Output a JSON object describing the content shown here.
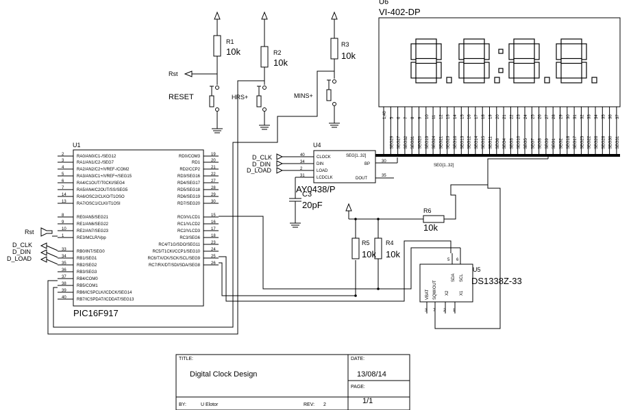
{
  "display": {
    "ref": "U6",
    "part": "VI-402-DP",
    "pins_left": [
      "1,40",
      "5",
      "6",
      "7",
      "8",
      "9",
      "10",
      "11",
      "12",
      "13",
      "14",
      "15",
      "16",
      "17",
      "18",
      "19",
      "20",
      "21",
      "22",
      "23",
      "24",
      "25",
      "26",
      "27",
      "28",
      "29",
      "30",
      "31",
      "32",
      "33",
      "34",
      "35",
      "36",
      "37"
    ],
    "segs": [
      "SEG29",
      "SEG27",
      "SEG32",
      "SEG31",
      "SEG20",
      "SEG19",
      "SEG24",
      "SEG21",
      "SEG23",
      "SEG16",
      "SEG13",
      "SEG12",
      "SEG14",
      "SEG15",
      "SEG11",
      "SEG6",
      "SEG4",
      "SEG3",
      "SEG10",
      "SEG5",
      "SEG7",
      "SEG8",
      "SEG9",
      "SEG1",
      "SEG2",
      "SEG18",
      "SEG17",
      "SEG25",
      "SEG22",
      "SEG26",
      "SEG28",
      "SEG30",
      "SEG31"
    ],
    "bus_label": "SEG[1..32]"
  },
  "resistors": {
    "r1": {
      "ref": "R1",
      "value": "10k"
    },
    "r2": {
      "ref": "R2",
      "value": "10k"
    },
    "r3": {
      "ref": "R3",
      "value": "10k"
    },
    "r4": {
      "ref": "R4",
      "value": "10k"
    },
    "r5": {
      "ref": "R5",
      "value": "10k"
    },
    "r6": {
      "ref": "R6",
      "value": "10k"
    }
  },
  "switches": {
    "reset": "RESET",
    "hrs": "HRS+",
    "mins": "MINS+"
  },
  "nets": {
    "rst": "Rst",
    "dclk": "D_CLK",
    "ddin": "D_DIN",
    "dload": "D_LOAD"
  },
  "cap": {
    "ref": "C3",
    "value": "20pF"
  },
  "u4": {
    "ref": "U4",
    "part": "AY0438/P",
    "pins_left": [
      {
        "num": "40",
        "name": "CLOCK"
      },
      {
        "num": "34",
        "name": "DIN"
      },
      {
        "num": "2",
        "name": "LOAD"
      },
      {
        "num": "31",
        "name": "LCDCLK"
      }
    ],
    "pins_right": [
      {
        "num": "30",
        "name": "BP"
      },
      {
        "num": "35",
        "name": "DOUT"
      }
    ],
    "seg": "SEG[1..32]"
  },
  "u1": {
    "ref": "U1",
    "part": "PIC16F917",
    "left": [
      {
        "num": "2",
        "name": "RA0/AN0/C1-/SEG12"
      },
      {
        "num": "3",
        "name": "RA1/AN1/C2-/SEG7"
      },
      {
        "num": "4",
        "name": "RA2/AN2/C2+/VREF-/COM2"
      },
      {
        "num": "5",
        "name": "RA3/AN3/C1+/VREF+/SEG15"
      },
      {
        "num": "6",
        "name": "RA4/C1OUT/T0CKI/SEG4"
      },
      {
        "num": "7",
        "name": "RA5/AN4/C2OUT/SS/SEG5"
      },
      {
        "num": "14",
        "name": "RA6/OSC2/CLKO/T1OSO"
      },
      {
        "num": "13",
        "name": "RA7/OSC1/CLKI/T1OSI"
      },
      {
        "num": "8",
        "name": "RE0/AN5/SEG21"
      },
      {
        "num": "9",
        "name": "RE1/AN6/SEG22"
      },
      {
        "num": "10",
        "name": "RE2/AN7/SEG23"
      },
      {
        "num": "1",
        "name": "RE3/MCLR/Vpp"
      },
      {
        "num": "33",
        "name": "RB0/INT/SEG0"
      },
      {
        "num": "34",
        "name": "RB1/SEG1"
      },
      {
        "num": "35",
        "name": "RB2/SEG2"
      },
      {
        "num": "36",
        "name": "RB3/SEG3"
      },
      {
        "num": "37",
        "name": "RB4/COM0"
      },
      {
        "num": "38",
        "name": "RB5/COM1"
      },
      {
        "num": "39",
        "name": "RB6/ICSPCLK/ICDCK/SEG14"
      },
      {
        "num": "40",
        "name": "RB7/ICSPDAT/ICDDAT/SEG13"
      }
    ],
    "right": [
      {
        "num": "19",
        "name": "RD0/COM3"
      },
      {
        "num": "20",
        "name": "RD1"
      },
      {
        "num": "21",
        "name": "RD2/CCP2"
      },
      {
        "num": "22",
        "name": "RD3/SEG16"
      },
      {
        "num": "27",
        "name": "RD4/SEG17"
      },
      {
        "num": "28",
        "name": "RD5/SEG18"
      },
      {
        "num": "29",
        "name": "RD6/SEG19"
      },
      {
        "num": "30",
        "name": "RD7/SEG20"
      },
      {
        "num": "15",
        "name": "RC0/VLCD1"
      },
      {
        "num": "16",
        "name": "RC1/VLCD2"
      },
      {
        "num": "17",
        "name": "RC2/VLCD3"
      },
      {
        "num": "18",
        "name": "RC3/SEG6"
      },
      {
        "num": "23",
        "name": "RC4/T1G/SDO/SEG11"
      },
      {
        "num": "24",
        "name": "RC5/T1CKI/CCP1/SEG10"
      },
      {
        "num": "25",
        "name": "RC6/TX/CK/SCK/SCL/SEG9"
      },
      {
        "num": "26",
        "name": "RC7/RX/DT/SDI/SDA/SEG8"
      }
    ]
  },
  "u5": {
    "ref": "U5",
    "part": "DS1338Z-33",
    "pins_inside": [
      "VBAT",
      "SQW/OUT",
      "X2",
      "X1",
      "SDA",
      "SCL"
    ],
    "pins_bottom": [
      "3",
      "7",
      "2",
      "1"
    ],
    "pins_top": [
      "5",
      "6"
    ]
  },
  "title_block": {
    "title_label": "TITLE:",
    "title": "Digital Clock Design",
    "date_label": "DATE:",
    "date": "13/08/14",
    "page_label": "PAGE:",
    "page": "1/1",
    "by_label": "BY:",
    "by": "U Elotor",
    "rev_label": "REV:",
    "rev": "2"
  }
}
